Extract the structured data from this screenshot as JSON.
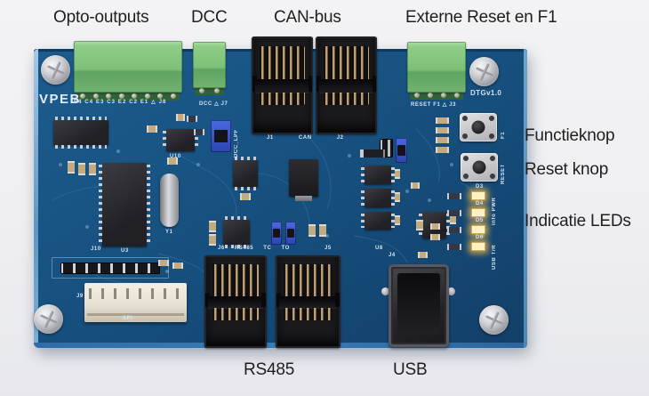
{
  "figure": {
    "annotations": {
      "top": [
        {
          "id": "opto",
          "label": "Opto-outputs"
        },
        {
          "id": "dcc",
          "label": "DCC"
        },
        {
          "id": "can",
          "label": "CAN-bus"
        },
        {
          "id": "externe_reset",
          "label": "Externe Reset en F1"
        }
      ],
      "right": [
        {
          "id": "functieknop",
          "label": "Functieknop"
        },
        {
          "id": "reset_knop",
          "label": "Reset knop"
        },
        {
          "id": "indicatie_leds",
          "label": "Indicatie LEDs"
        }
      ],
      "bottom": [
        {
          "id": "rs485",
          "label": "RS485"
        },
        {
          "id": "usb",
          "label": "USB"
        }
      ]
    },
    "board": {
      "brand": "VPEB",
      "version": "DTGv1.0",
      "silkscreen": {
        "opto_pins": "E4 C4 E3 C3 E2 C2 E1 △ J8",
        "dcc_port": "DCC △ J7",
        "reset_port": "RESET  F1 △ J3",
        "j1": "J1",
        "can": "CAN",
        "j2": "J2",
        "j6": "J6",
        "rs485": "RS485",
        "tc": "TC",
        "to": "TO",
        "j5": "J5",
        "j4": "J4",
        "u8": "U8",
        "j9": "J9",
        "j10": "J10",
        "spi": "SPI",
        "u3": "U3",
        "y1": "Y1",
        "u10": "U10",
        "dcc_lpf": "DCC_LPF",
        "f1": "F1",
        "reset": "RESET",
        "info_pwr": "Info PWR",
        "usb_tr": "USB T/R"
      },
      "led_designators": [
        "D3",
        "D4",
        "D5",
        "D6"
      ]
    },
    "colors": {
      "background": "#efeff2",
      "pcb_blue": "#175180",
      "pcb_edge_blue": "#2e6da8",
      "terminal_green": "#7ec078",
      "jumper_blue": "#3a55c8",
      "led_amber": "#ffd98c",
      "silkscreen_white": "#d5e3ef",
      "label_text": "#1f1f1f"
    }
  }
}
